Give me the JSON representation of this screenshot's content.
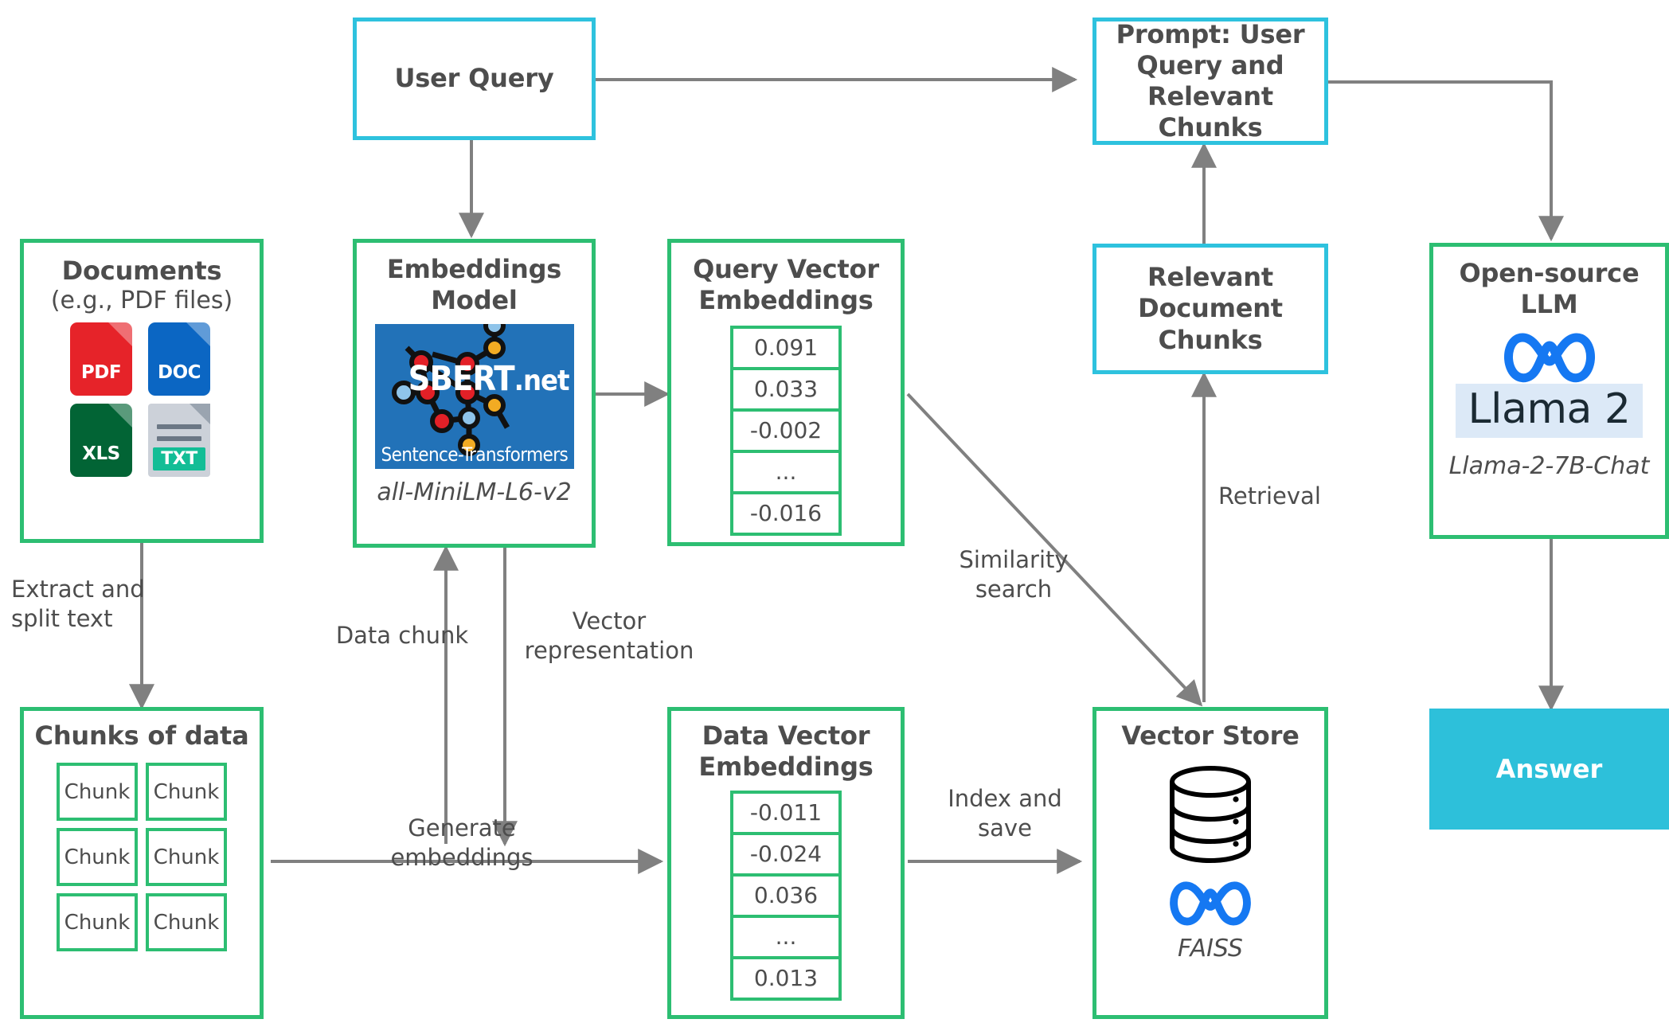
{
  "diagram": {
    "title": "RAG pipeline with Sentence-Transformers, FAISS and Llama 2",
    "colors": {
      "green_border": "#2dbe72",
      "cyan_border": "#2ec2de",
      "answer_fill": "#2dc0da",
      "arrow_gray": "#808080",
      "text_gray": "#4d4d4d"
    }
  },
  "nodes": {
    "user_query": {
      "title": "User Query"
    },
    "prompt": {
      "title": "Prompt: User\nQuery and\nRelevant\nChunks"
    },
    "documents": {
      "title": "Documents",
      "subtitle": "(e.g., PDF files)",
      "icons": [
        {
          "label": "PDF",
          "name": "pdf-file-icon"
        },
        {
          "label": "DOC",
          "name": "doc-file-icon"
        },
        {
          "label": "XLS",
          "name": "xls-file-icon"
        },
        {
          "label": "TXT",
          "name": "txt-file-icon"
        }
      ]
    },
    "embeddings_model": {
      "title": "Embeddings\nModel",
      "logo_brand": "SBERT",
      "logo_brand_suffix": ".net",
      "logo_footer": "Sentence-Transformers",
      "caption": "all-MiniLM-L6-v2"
    },
    "query_vector": {
      "title": "Query Vector\nEmbeddings",
      "values": [
        "0.091",
        "0.033",
        "-0.002",
        "...",
        "-0.016"
      ]
    },
    "relevant_chunks": {
      "title": "Relevant\nDocument\nChunks"
    },
    "open_source_llm": {
      "title": "Open-source\nLLM",
      "badge": "Llama 2",
      "caption": "Llama-2-7B-Chat"
    },
    "chunks_of_data": {
      "title": "Chunks of data",
      "chunks": [
        "Chunk",
        "Chunk",
        "Chunk",
        "Chunk",
        "Chunk",
        "Chunk"
      ]
    },
    "data_vector": {
      "title": "Data Vector\nEmbeddings",
      "values": [
        "-0.011",
        "-0.024",
        "0.036",
        "...",
        "0.013"
      ]
    },
    "vector_store": {
      "title": "Vector Store",
      "caption": "FAISS"
    },
    "answer": {
      "title": "Answer"
    }
  },
  "edges": [
    {
      "id": "extract-split",
      "label": "Extract and\nsplit text"
    },
    {
      "id": "data-chunk",
      "label": "Data chunk"
    },
    {
      "id": "vector-representation",
      "label": "Vector\nrepresentation"
    },
    {
      "id": "generate-embeddings",
      "label": "Generate embeddings"
    },
    {
      "id": "index-and-save",
      "label": "Index and\nsave"
    },
    {
      "id": "similarity-search",
      "label": "Similarity\nsearch"
    },
    {
      "id": "retrieval",
      "label": "Retrieval"
    }
  ]
}
